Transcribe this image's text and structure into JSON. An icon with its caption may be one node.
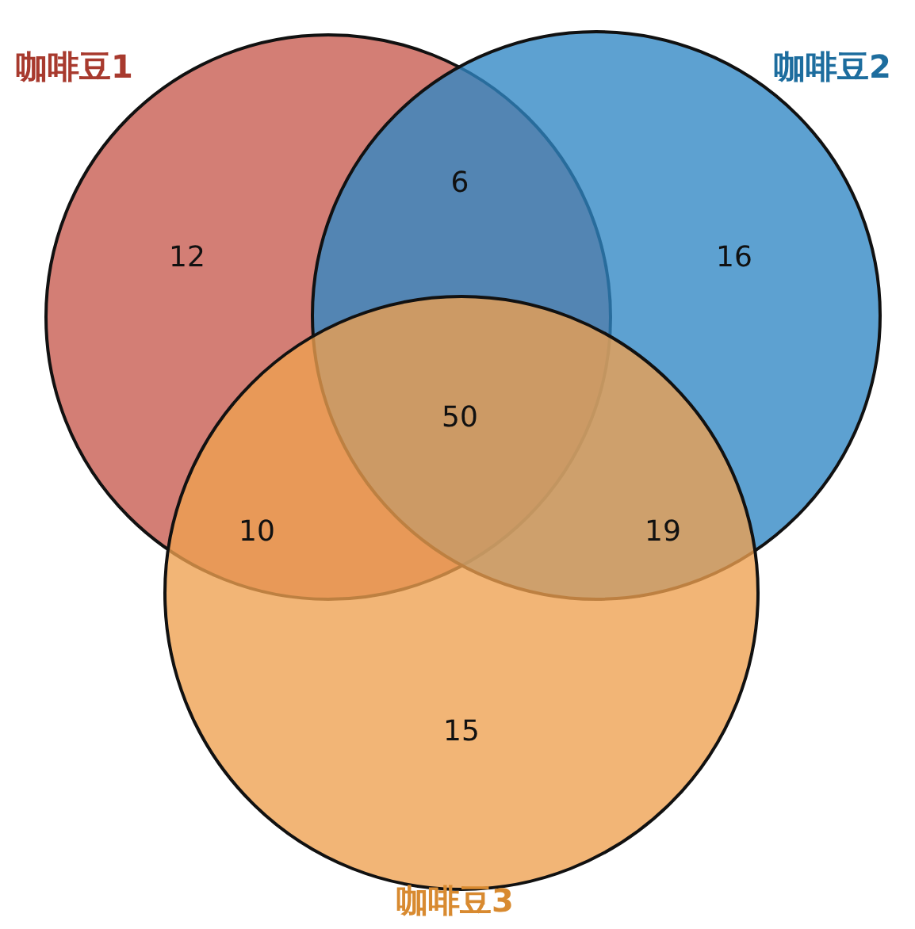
{
  "diagram": {
    "nodes": [
      {
        "text": [
          "咖啡豆1"
        ]
      },
      {
        "text": [
          "咖啡豆2"
        ]
      },
      {
        "text": [
          "咖啡豆3"
        ]
      }
    ],
    "labels": [
      "6",
      "12",
      "16",
      "50",
      "10",
      "19",
      "15"
    ]
  }
}
